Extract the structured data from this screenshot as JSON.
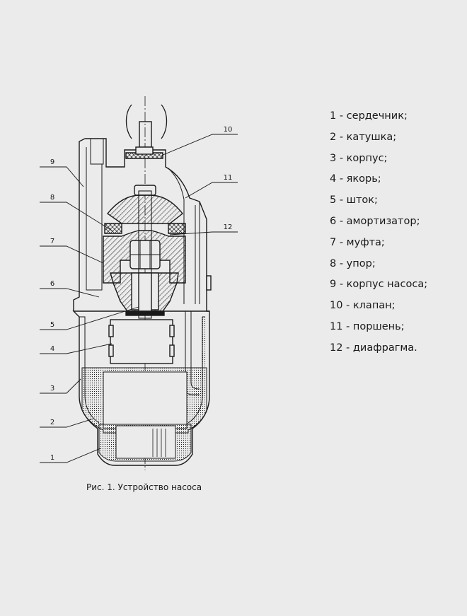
{
  "caption": "Рис. 1. Устройство насоса",
  "callouts": {
    "c1": "1",
    "c2": "2",
    "c3": "3",
    "c4": "4",
    "c5": "5",
    "c6": "6",
    "c7": "7",
    "c8": "8",
    "c9": "9",
    "c10": "10",
    "c11": "11",
    "c12": "12"
  },
  "legend": [
    "1 - сердечник;",
    "2 - катушка;",
    "3 - корпус;",
    "4 - якорь;",
    "5 - шток;",
    "6 - амортизатор;",
    "7 - муфта;",
    "8 - упор;",
    "9 - корпус насоса;",
    "10 - клапан;",
    "11 - поршень;",
    "12 - диафрагма."
  ],
  "colors": {
    "background": "#ebebeb",
    "line": "#1a1a1a"
  }
}
